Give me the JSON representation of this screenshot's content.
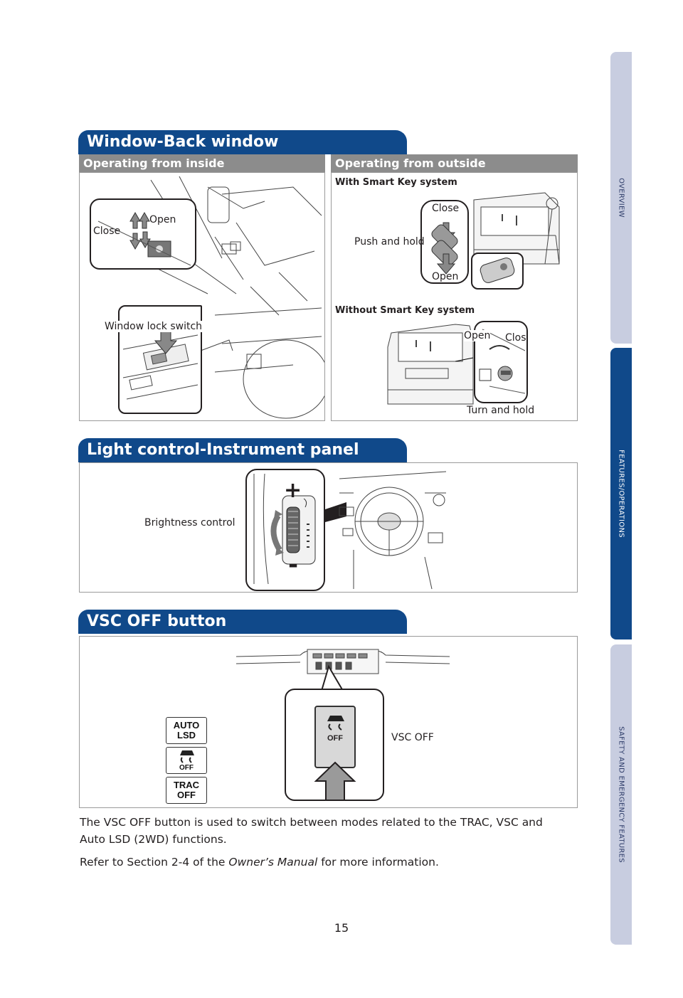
{
  "side_tabs": [
    {
      "label": "OVERVIEW",
      "active": false
    },
    {
      "label": "FEATURES/OPERATIONS",
      "active": true
    },
    {
      "label": "SAFETY AND EMERGENCY FEATURES",
      "active": false
    }
  ],
  "colors": {
    "brand_blue": "#10498a",
    "tab_inactive": "#c8cde0",
    "subheader_gray": "#8c8c8c"
  },
  "window_section": {
    "title": "Window-Back window",
    "inside": {
      "subtitle": "Operating from inside",
      "close_label": "Close",
      "open_label": "Open",
      "lock_switch_label": "Window lock switch"
    },
    "outside": {
      "subtitle": "Operating from outside",
      "smart_key_title": "With Smart Key system",
      "smart_close": "Close",
      "smart_push_hold": "Push and hold",
      "smart_open": "Open",
      "no_smart_key_title": "Without Smart Key system",
      "key_open": "Open",
      "key_close": "Close",
      "key_turn_hold": "Turn and hold"
    }
  },
  "light_section": {
    "title": "Light control-Instrument panel",
    "brightness_label": "Brightness control",
    "plus": "+",
    "minus": "-"
  },
  "vsc_section": {
    "title": "VSC OFF button",
    "vsc_off_label": "VSC OFF",
    "icons": [
      {
        "line1": "AUTO",
        "line2": "LSD"
      },
      {
        "line1": "",
        "line2": "OFF"
      },
      {
        "line1": "TRAC",
        "line2": "OFF"
      }
    ],
    "button_text": "OFF"
  },
  "body": {
    "paragraph1": "The VSC OFF button is used to switch between modes related to the TRAC, VSC and Auto LSD (2WD) functions.",
    "paragraph2_prefix": "Refer to Section 2-4 of the ",
    "paragraph2_italic": "Owner’s Manual",
    "paragraph2_suffix": " for more information."
  },
  "page_number": "15"
}
